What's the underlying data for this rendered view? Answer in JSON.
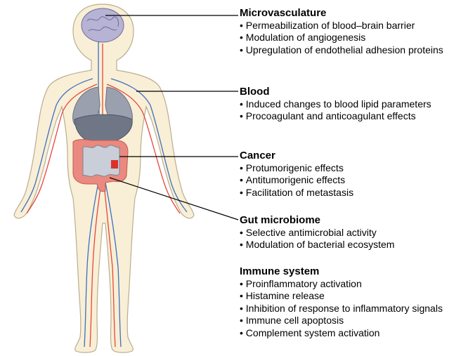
{
  "sections": [
    {
      "id": "microvasculature",
      "title": "Microvasculature",
      "items": [
        "Permeabilization of blood–brain barrier",
        "Modulation of angiogenesis",
        "Upregulation of endothelial adhesion proteins"
      ]
    },
    {
      "id": "blood",
      "title": "Blood",
      "items": [
        "Induced changes to blood lipid parameters",
        "Procoagulant and anticoagulant effects"
      ]
    },
    {
      "id": "cancer",
      "title": "Cancer",
      "items": [
        "Protumorigenic effects",
        "Antitumorigenic effects",
        "Facilitation of metastasis"
      ]
    },
    {
      "id": "gut",
      "title": "Gut microbiome",
      "items": [
        "Selective antimicrobial activity",
        "Modulation of bacterial ecosystem"
      ]
    },
    {
      "id": "immune",
      "title": "Immune system",
      "items": [
        "Proinflammatory activation",
        "Histamine release",
        "Inhibition of response to inflammatory signals",
        "Immune cell apoptosis",
        "Complement system activation"
      ]
    }
  ],
  "colors": {
    "skin": "#f8efd6",
    "skin_outline": "#b9ad8f",
    "artery": "#e8463a",
    "vein": "#3f6fc0",
    "brain": "#b7b3d4",
    "lungs": "#9aa0ad",
    "liver": "#6f7786",
    "intestine": "#e9897f",
    "callout_line": "#000000"
  }
}
